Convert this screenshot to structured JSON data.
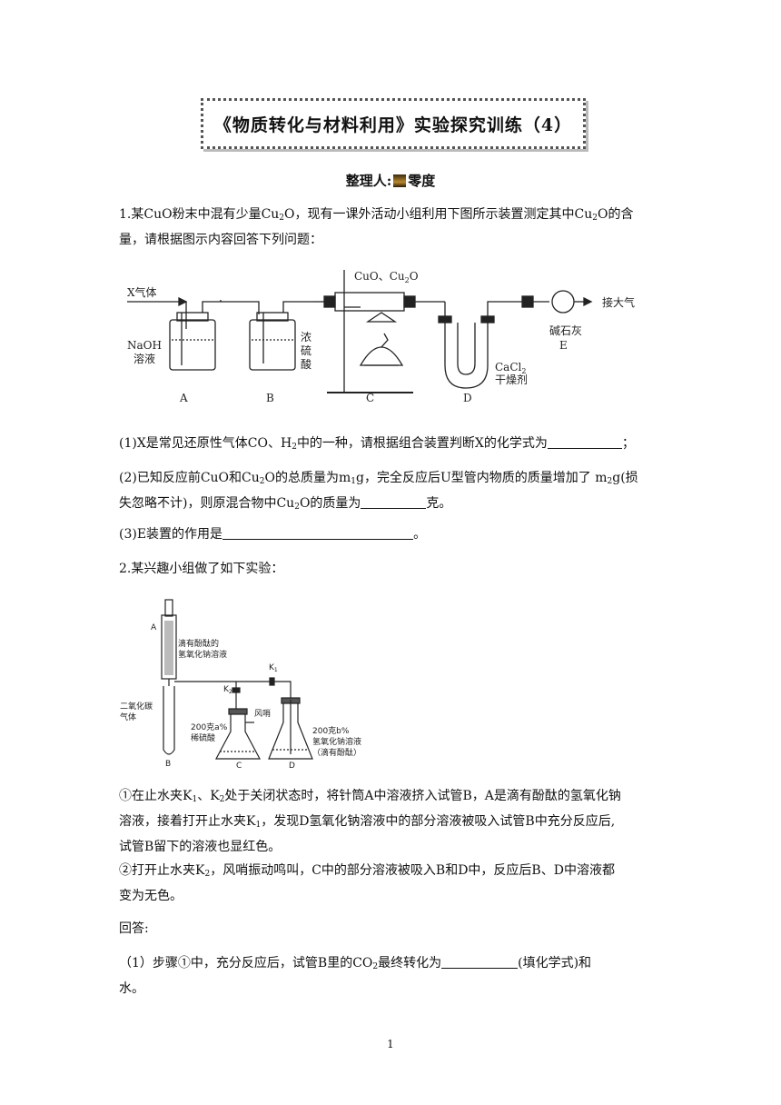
{
  "title": "《物质转化与材料利用》实验探究训练（4）",
  "author": {
    "label": "整理人:",
    "name": "零度"
  },
  "q1": {
    "stem_a": "1.某CuO粉末中混有少量Cu",
    "stem_b": "O，现有一课外活动小组利用下图所示装置测定其中Cu",
    "stem_c": "O的含",
    "stem_d": "量，请根据图示内容回答下列问题：",
    "fig": {
      "x_gas": "X气体",
      "naoh": "NaOH",
      "solution": "溶液",
      "conc1": "浓",
      "conc2": "硫",
      "conc3": "酸",
      "cuo_cu2o": "CuO、Cu",
      "cuo_cu2o_tail": "O",
      "air": "接大气",
      "soda1": "碱石灰",
      "soda2": "E",
      "cacl2": "CaCl",
      "dryer": "干燥剂",
      "labels": [
        "A",
        "B",
        "C",
        "D"
      ]
    },
    "s1_a": "(1)X是常见还原性气体CO、H",
    "s1_b": "中的一种，请根据组合装置判断X的化学式为",
    "s1_c": "；",
    "s2_a": "(2)已知反应前CuO和Cu",
    "s2_b": "O的总质量为m",
    "s2_c": "g，完全反应后U型管内物质的质量增加了 m",
    "s2_d": "g(损",
    "s2_e": "失忽略不计)，则原混合物中Cu",
    "s2_f": "O的质量为",
    "s2_g": "克。",
    "s3_a": "(3)E装置的作用是",
    "s3_b": "。"
  },
  "q2": {
    "stem": "2.某兴趣小组做了如下实验：",
    "fig": {
      "a": "A",
      "drip1": "滴有酚酞的",
      "drip2": "氢氧化钠溶液",
      "k1": "K",
      "k2": "K",
      "whistle": "风哨",
      "co2_1": "二氧化碳",
      "co2_2": "气体",
      "acid1": "200克a%",
      "acid2": "稀硫酸",
      "base1": "200克b%",
      "base2": "氢氧化钠溶液",
      "base3": "（滴有酚酞）",
      "b": "B",
      "c": "C",
      "d": "D"
    },
    "step1_a": "①在止水夹K",
    "step1_b": "、K",
    "step1_c": "处于关闭状态时，将针筒A中溶液挤入试管B，A是滴有酚酞的氢氧化钠",
    "step1_d": "溶液，接着打开止水夹K",
    "step1_e": "，发现D氢氧化钠溶液中的部分溶液被吸入试管B中充分反应后,",
    "step1_f": "试管B留下的溶液也显红色。",
    "step2_a": "②打开止水夹K",
    "step2_b": "，风哨振动鸣叫，C中的部分溶液被吸入B和D中，反应后B、D中溶液都",
    "step2_c": "变为无色。",
    "answer": "回答:",
    "s1_a": "（1）步骤①中，充分反应后，试管B里的CO",
    "s1_b": "最终转化为",
    "s1_c": "(填化学式)和",
    "s1_d": "水。"
  },
  "page_number": "1",
  "subscripts": {
    "two": "2",
    "one": "1"
  }
}
